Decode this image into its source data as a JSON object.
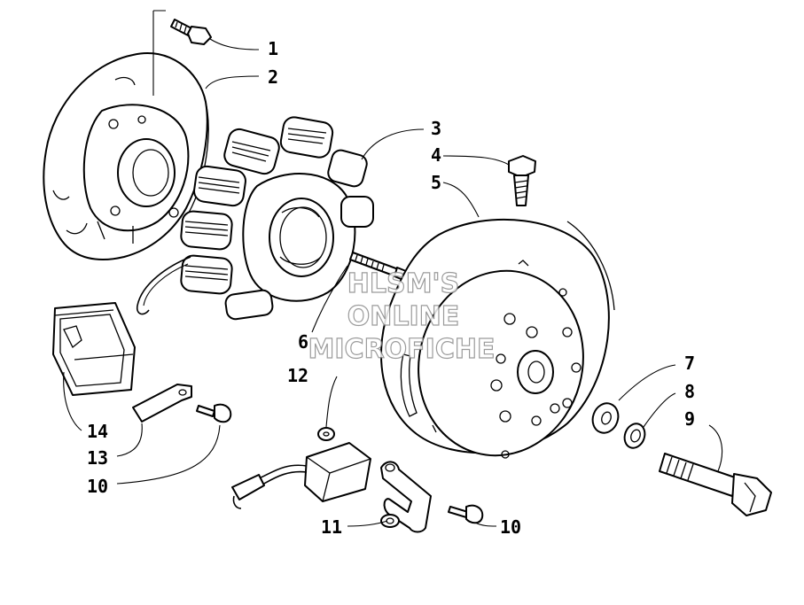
{
  "callouts": [
    {
      "id": "1",
      "text": "1"
    },
    {
      "id": "2",
      "text": "2"
    },
    {
      "id": "3",
      "text": "3"
    },
    {
      "id": "4",
      "text": "4"
    },
    {
      "id": "5",
      "text": "5"
    },
    {
      "id": "6",
      "text": "6"
    },
    {
      "id": "7",
      "text": "7"
    },
    {
      "id": "8",
      "text": "8"
    },
    {
      "id": "9",
      "text": "9"
    },
    {
      "id": "10a",
      "text": "10"
    },
    {
      "id": "10b",
      "text": "10"
    },
    {
      "id": "11",
      "text": "11"
    },
    {
      "id": "12",
      "text": "12"
    },
    {
      "id": "13",
      "text": "13"
    },
    {
      "id": "14",
      "text": "14"
    }
  ],
  "watermark": {
    "line1": "HLSM'S",
    "line2": "ONLINE",
    "line3": "MICROFICHE"
  }
}
